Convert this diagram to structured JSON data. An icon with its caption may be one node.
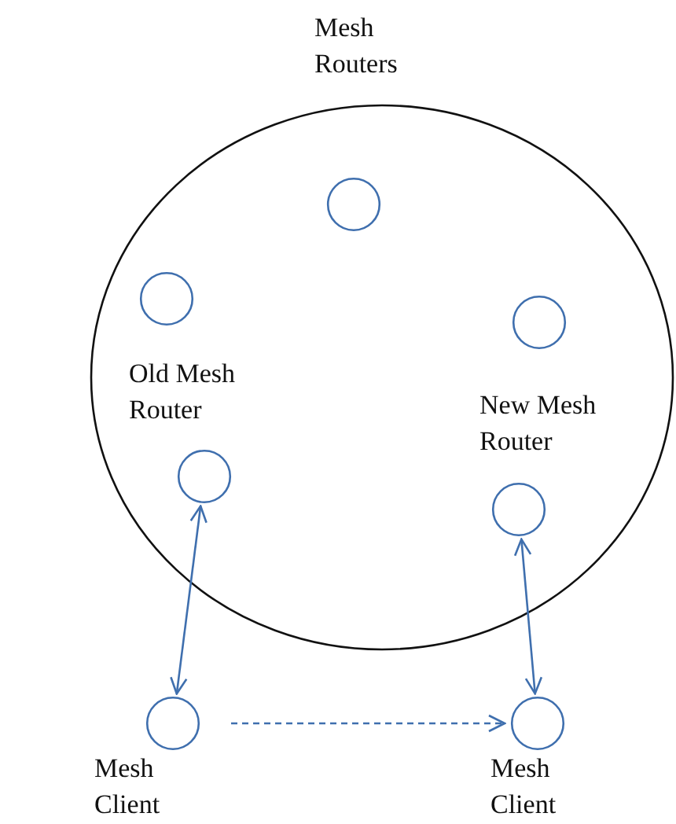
{
  "diagram": {
    "nodes": [
      {
        "text": [
          "Mesh Routers"
        ]
      },
      {
        "text": [],
        "shape": "circle",
        "in": 0
      },
      {
        "text": [],
        "shape": "circle",
        "in": 0
      },
      {
        "text": [],
        "shape": "circle",
        "in": 0
      },
      {
        "text": [],
        "shape": "circle",
        "in": 0,
        "beside": [
          "Old Mesh Router"
        ]
      },
      {
        "text": [],
        "shape": "circle",
        "in": 0,
        "beside": [
          "New Mesh Router"
        ]
      },
      {
        "text": [],
        "shape": "circle",
        "beside": [
          "Mesh Client"
        ]
      },
      {
        "text": [],
        "shape": "circle",
        "beside": [
          "Mesh Client"
        ]
      }
    ],
    "edges": [
      {
        "from": 4,
        "to": 6,
        "arrow": "both"
      },
      {
        "from": 5,
        "to": 7,
        "arrow": "both"
      },
      {
        "from": 6,
        "to": 7,
        "arrow": "to",
        "style": "dashed"
      }
    ]
  }
}
